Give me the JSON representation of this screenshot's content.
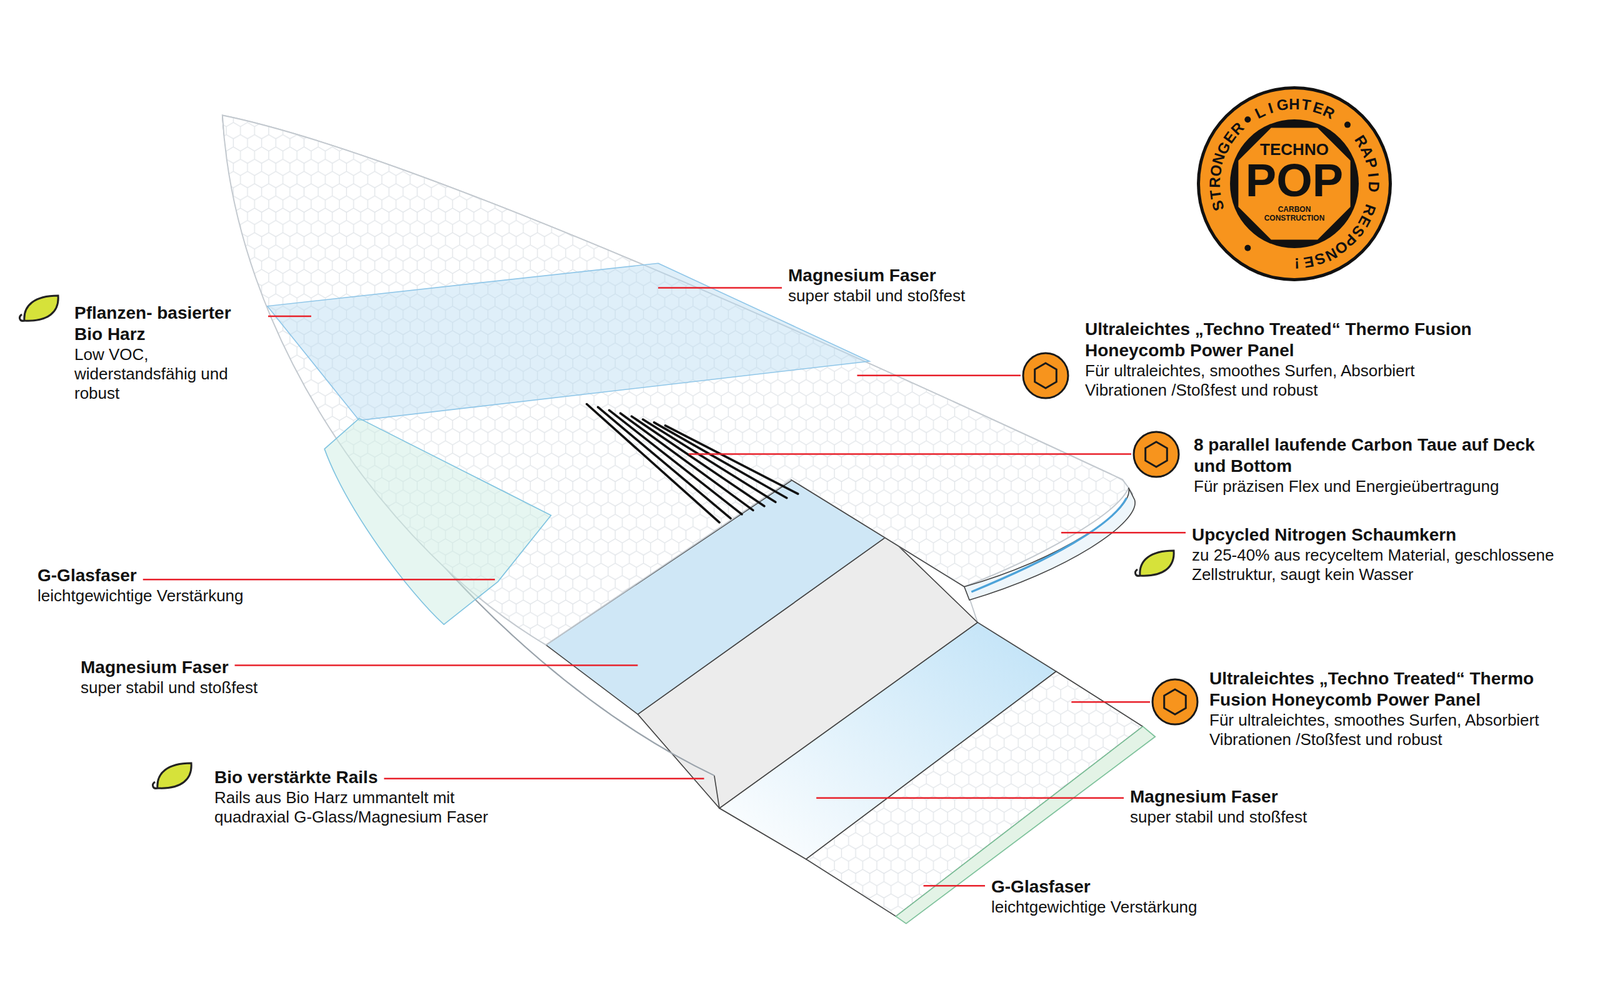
{
  "diagram": {
    "nodes": [
      {
        "text": [
          "STRONGER",
          "LIGHTER",
          "RAPID RESPONSE!",
          "TECHNO",
          "POP",
          "CARBON CONSTRUCTION"
        ]
      }
    ],
    "labels": [
      "Magnesium Faser",
      "super stabil und stoßfest",
      "Pflanzen- basierter Bio Harz",
      "Low VOC, widerstandsfähig und robust",
      "Ultraleichtes „Techno Treated“ Thermo Fusion Honeycomb Power Panel",
      "Für ultraleichtes, smoothes Surfen, Absorbiert Vibrationen /Stoßfest und robust",
      "8 parallel laufende Carbon Taue auf Deck und Bottom",
      "Für präzisen Flex und Energieübertragung",
      "Upcycled Nitrogen Schaumkern",
      "zu 25-40% aus recyceltem Material, geschlossene Zellstruktur, saugt kein Wasser",
      "G-Glasfaser",
      "leichtgewichtige Verstärkung",
      "Magnesium Faser",
      "super stabil und stoßfest",
      "Bio verstärkte Rails",
      "Rails aus Bio Harz ummantelt mit quadraxial G-Glass/Magnesium Faser",
      "Ultraleichtes „Techno Treated“ Thermo Fusion Honeycomb Power Panel",
      "Für ultraleichtes, smoothes Surfen, Absorbiert Vibrationen /Stoßfest und robust",
      "Magnesium Faser",
      "super stabil und stoßfest",
      "G-Glasfaser",
      "leichtgewichtige Verstärkung"
    ]
  }
}
